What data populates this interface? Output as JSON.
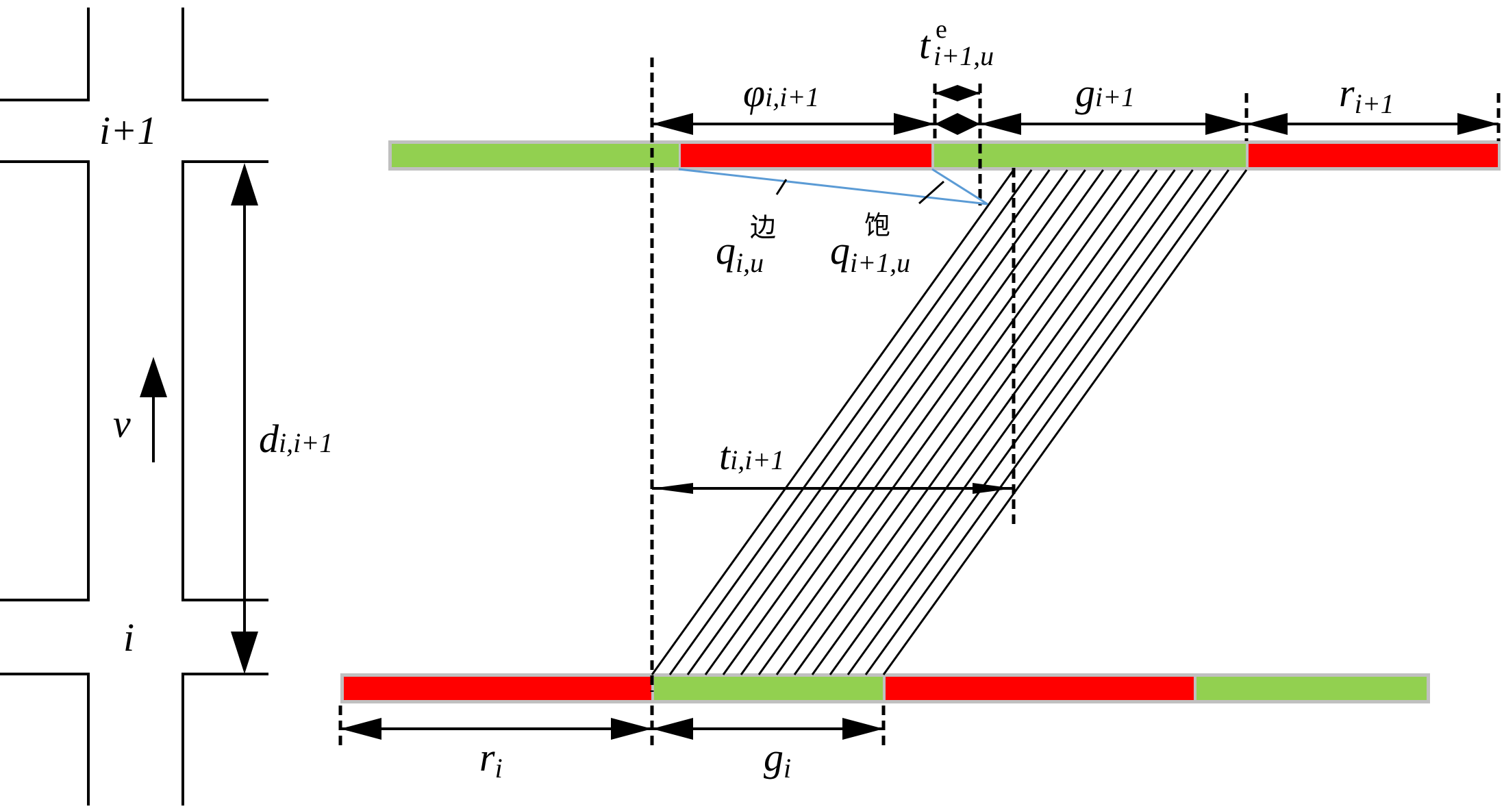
{
  "colors": {
    "green": "#92d050",
    "red": "#ff0000",
    "border": "#c0c0c0",
    "flow": "#5b9bd5"
  },
  "labels": {
    "intersection_upper": "i+1",
    "intersection_lower": "i",
    "speed": "v",
    "distance": {
      "main": "d",
      "sub": "i,i+1"
    },
    "offset": {
      "main": "φ",
      "sub": "i,i+1"
    },
    "extra_time": {
      "main": "t",
      "sup": "e",
      "sub": "i+1,u"
    },
    "green_upper": {
      "main": "g",
      "sub": "i+1"
    },
    "red_upper": {
      "main": "r",
      "sub": "i+1"
    },
    "travel_time": {
      "main": "t",
      "sub": "i,i+1"
    },
    "red_lower": {
      "main": "r",
      "sub": "i"
    },
    "green_lower": {
      "main": "g",
      "sub": "i"
    },
    "q_edge": {
      "main": "q",
      "sup": "边",
      "sub": "i,u"
    },
    "q_sat": {
      "main": "q",
      "sup": "饱",
      "sub": "i+1,u"
    }
  },
  "signal_bars": {
    "upper": [
      "green",
      "red",
      "green",
      "red"
    ],
    "lower": [
      "red",
      "green",
      "red",
      "green"
    ]
  },
  "trajectory_count": 14
}
